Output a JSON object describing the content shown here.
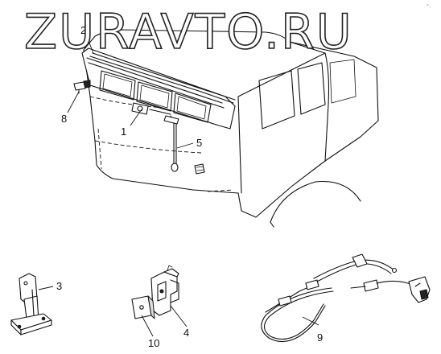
{
  "watermark": "ZURAVTO.RU",
  "corner_mark": "ᐟ·",
  "callouts": {
    "c1": "1",
    "c2": "2",
    "c3": "3",
    "c4": "4",
    "c5": "5",
    "c8": "8",
    "c9": "9",
    "c10": "10"
  }
}
